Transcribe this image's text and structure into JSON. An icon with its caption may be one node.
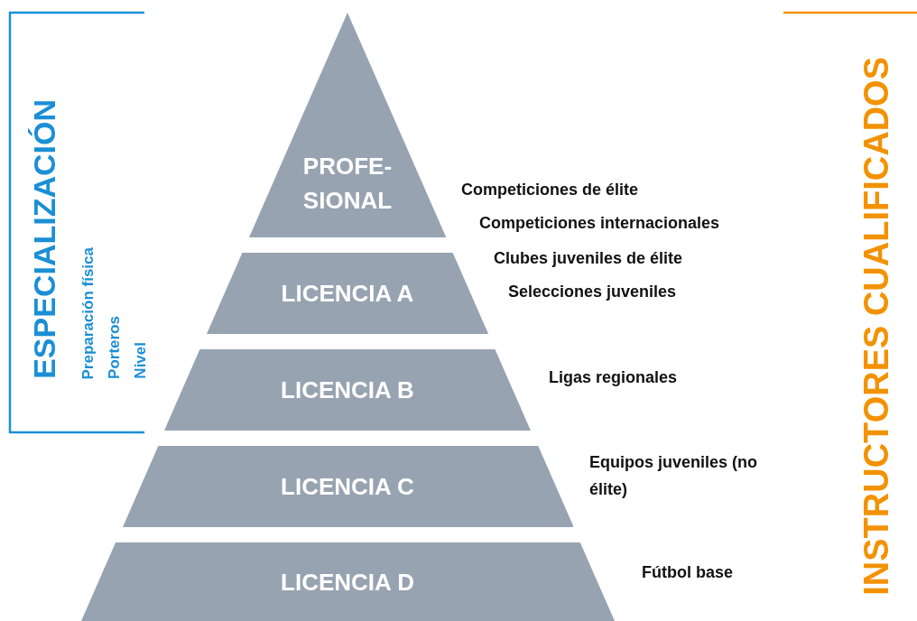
{
  "diagram": {
    "nodes": [
      {
        "text": [
          "PROFE- SIONAL"
        ],
        "beside": [
          "Competiciones de élite",
          "Competiciones internacionales"
        ]
      },
      {
        "text": [
          "LICENCIA A"
        ],
        "beside": [
          "Clubes juveniles de élite",
          "Selecciones juveniles"
        ]
      },
      {
        "text": [
          "LICENCIA B"
        ],
        "beside": [
          "Ligas regionales"
        ]
      },
      {
        "text": [
          "LICENCIA C"
        ],
        "beside": [
          "Equipos juveniles (no élite)"
        ]
      },
      {
        "text": [
          "LICENCIA D"
        ],
        "beside": [
          "Fútbol base"
        ]
      }
    ],
    "labels": [
      "ESPECIALIZACIÓN",
      "Preparación física",
      "Porteros",
      "Nivel",
      "INSTRUCTORES CUALIFICADOS"
    ]
  }
}
